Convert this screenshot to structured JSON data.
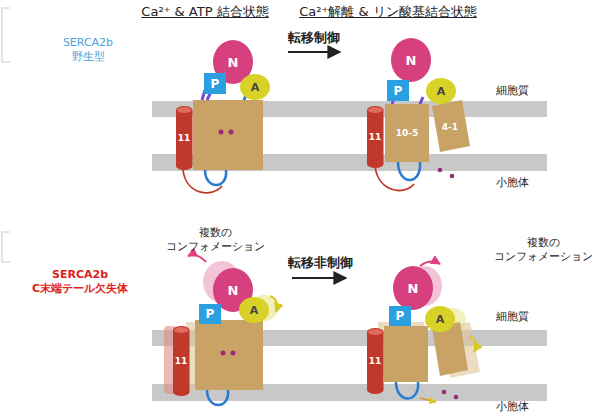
{
  "diagram": {
    "nodes": [
      {
        "text": [
          "N"
        ]
      },
      {
        "text": [
          "A"
        ]
      },
      {
        "text": [
          "P"
        ]
      },
      {
        "text": [
          "11"
        ]
      },
      {
        "text": [
          "N"
        ]
      },
      {
        "text": [
          "P"
        ]
      },
      {
        "text": [
          "A"
        ]
      },
      {
        "text": [
          "11"
        ]
      },
      {
        "text": [
          "10-5"
        ]
      },
      {
        "text": [
          "4-1"
        ]
      },
      {
        "text": [
          "N"
        ]
      },
      {
        "text": [
          "P"
        ]
      },
      {
        "text": [
          "A"
        ]
      },
      {
        "text": [
          "11"
        ]
      },
      {
        "text": [
          "N"
        ]
      },
      {
        "text": [
          "P"
        ]
      },
      {
        "text": [
          "A"
        ]
      },
      {
        "text": [
          "11"
        ]
      }
    ],
    "labels": [
      "Ca²⁺ & ATP 結合状態",
      "Ca²⁺解離 & リン酸基結合状態",
      "SERCA2b 野生型",
      "転移制御",
      "細胞質",
      "小胞体",
      "複数の コンフォメーション",
      "複数の コンフォメーション",
      "SERCA2b C末端テール欠失体",
      "転移非制御",
      "細胞質",
      "小胞体"
    ]
  }
}
